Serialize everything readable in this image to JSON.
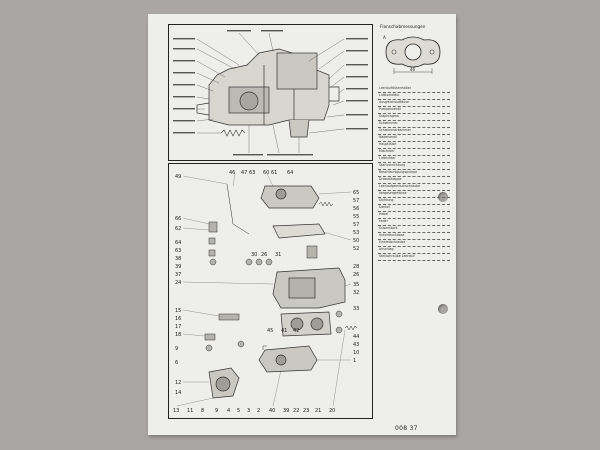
{
  "sidebar": {
    "title": "Flanschabmessungen",
    "gasket_dim_a": "A",
    "gasket_dim_b": "46"
  },
  "legend": {
    "items": [
      "Leerlaufdüsenhalter",
      "Luftkorrektur",
      "Ausgleichsluftdüse",
      "Pumpenventil",
      "Diaphragma",
      "Schwimmer",
      "Schwimmerkammer",
      "Nadelventil",
      "Hauptdüse",
      "Mischrohr",
      "Luftrichter",
      "Startvorrichtung",
      "Beschleunigungspumpe",
      "Drosselklappe",
      "Leerlaufgemischschraube",
      "Vergasergehäuse",
      "Dichtung",
      "Deckel",
      "Hebel",
      "Feder",
      "Düsenstock",
      "Unterdruckdose",
      "Einstellschraube",
      "Anschlag",
      "Stellschraube Leerlauf"
    ]
  },
  "doc_code": "008 37"
}
